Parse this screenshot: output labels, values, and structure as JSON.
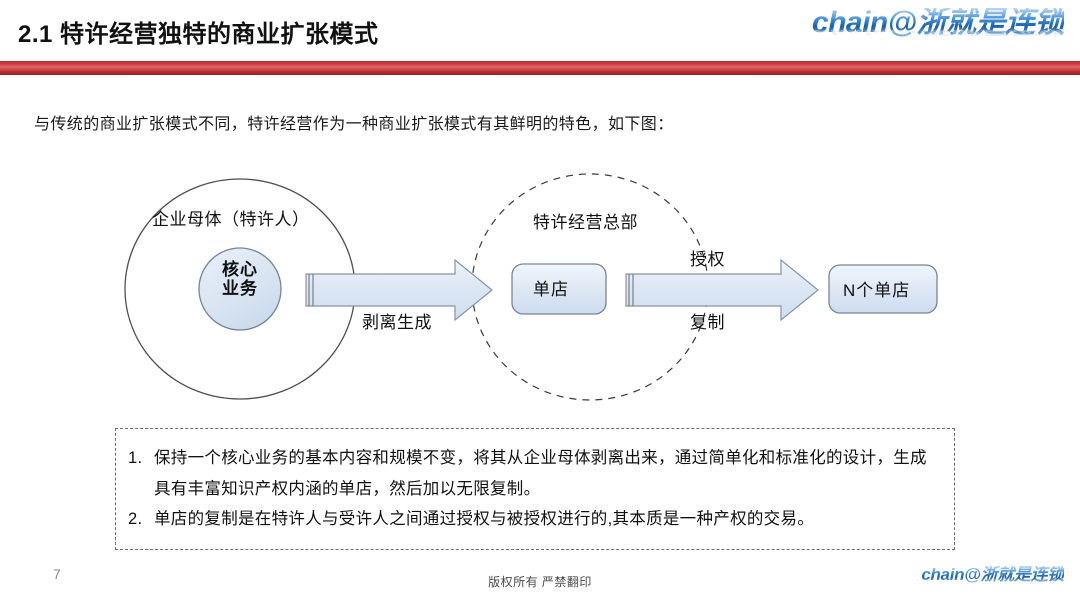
{
  "header": {
    "title": "2.1 特许经营独特的商业扩张模式",
    "logo": "chain@浙就是连锁",
    "accent_color": "#c2383c",
    "logo_color": "#2f7fd0"
  },
  "intro": {
    "text": "与传统的商业扩张模式不同，特许经营作为一种商业扩张模式有其鲜明的特色，如下图："
  },
  "diagram": {
    "parent_circle_label": "企业母体（特许人）",
    "core_circle_label": "核心业务",
    "core_circle_label_line1": "核心",
    "core_circle_label_line2": "业务",
    "arrow1_label": "剥离生成",
    "hq_circle_label": "特许经营总部",
    "shop_box_label": "单店",
    "arrow2_label_top": "授权",
    "arrow2_label_bottom": "复制",
    "nshop_box_label": "N个单店",
    "shape_fill": "#dde7f3",
    "shape_stroke": "#808a96",
    "circle_stroke": "#555555"
  },
  "notes": {
    "items": [
      {
        "number": "1.",
        "text": "保持一个核心业务的基本内容和规模不变，将其从企业母体剥离出来，通过简单化和标准化的设计，生成具有丰富知识产权内涵的单店，然后加以无限复制。"
      },
      {
        "number": "2.",
        "text": "单店的复制是在特许人与受许人之间通过授权与被授权进行的,其本质是一种产权的交易。"
      }
    ]
  },
  "footer": {
    "page_number": "7",
    "copyright": "版权所有 严禁翻印",
    "logo": "chain@浙就是连锁"
  }
}
